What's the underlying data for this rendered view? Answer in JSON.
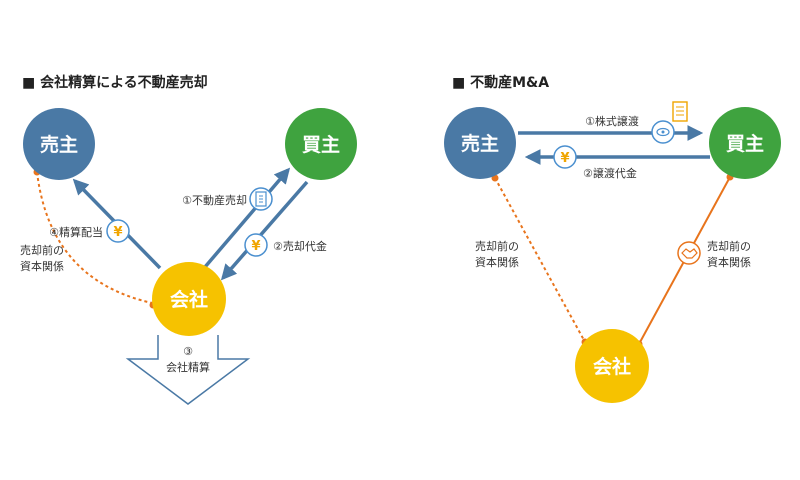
{
  "left": {
    "title": "■ 会社精算による不動産売却",
    "seller": "売主",
    "buyer": "買主",
    "company": "会社",
    "step1": "①不動産売却",
    "step2": "②売却代金",
    "step3_num": "③",
    "step3_text": "会社精算",
    "step4": "④精算配当",
    "relation_line1": "売却前の",
    "relation_line2": "資本関係",
    "yen": "¥"
  },
  "right": {
    "title": "■ 不動産M&A",
    "seller": "売主",
    "buyer": "買主",
    "company": "会社",
    "step1": "①株式譲渡",
    "step2": "②譲渡代金",
    "relation_left_line1": "売却前の",
    "relation_left_line2": "資本関係",
    "relation_right_line1": "売却前の",
    "relation_right_line2": "資本関係",
    "yen": "¥"
  },
  "colors": {
    "seller": "#4a79a5",
    "buyer": "#3fa33f",
    "company": "#f6c200",
    "arrow": "#4a79a5",
    "dotted": "#e8741c",
    "icon_border": "#4a8fcf",
    "yen": "#f0a500"
  }
}
